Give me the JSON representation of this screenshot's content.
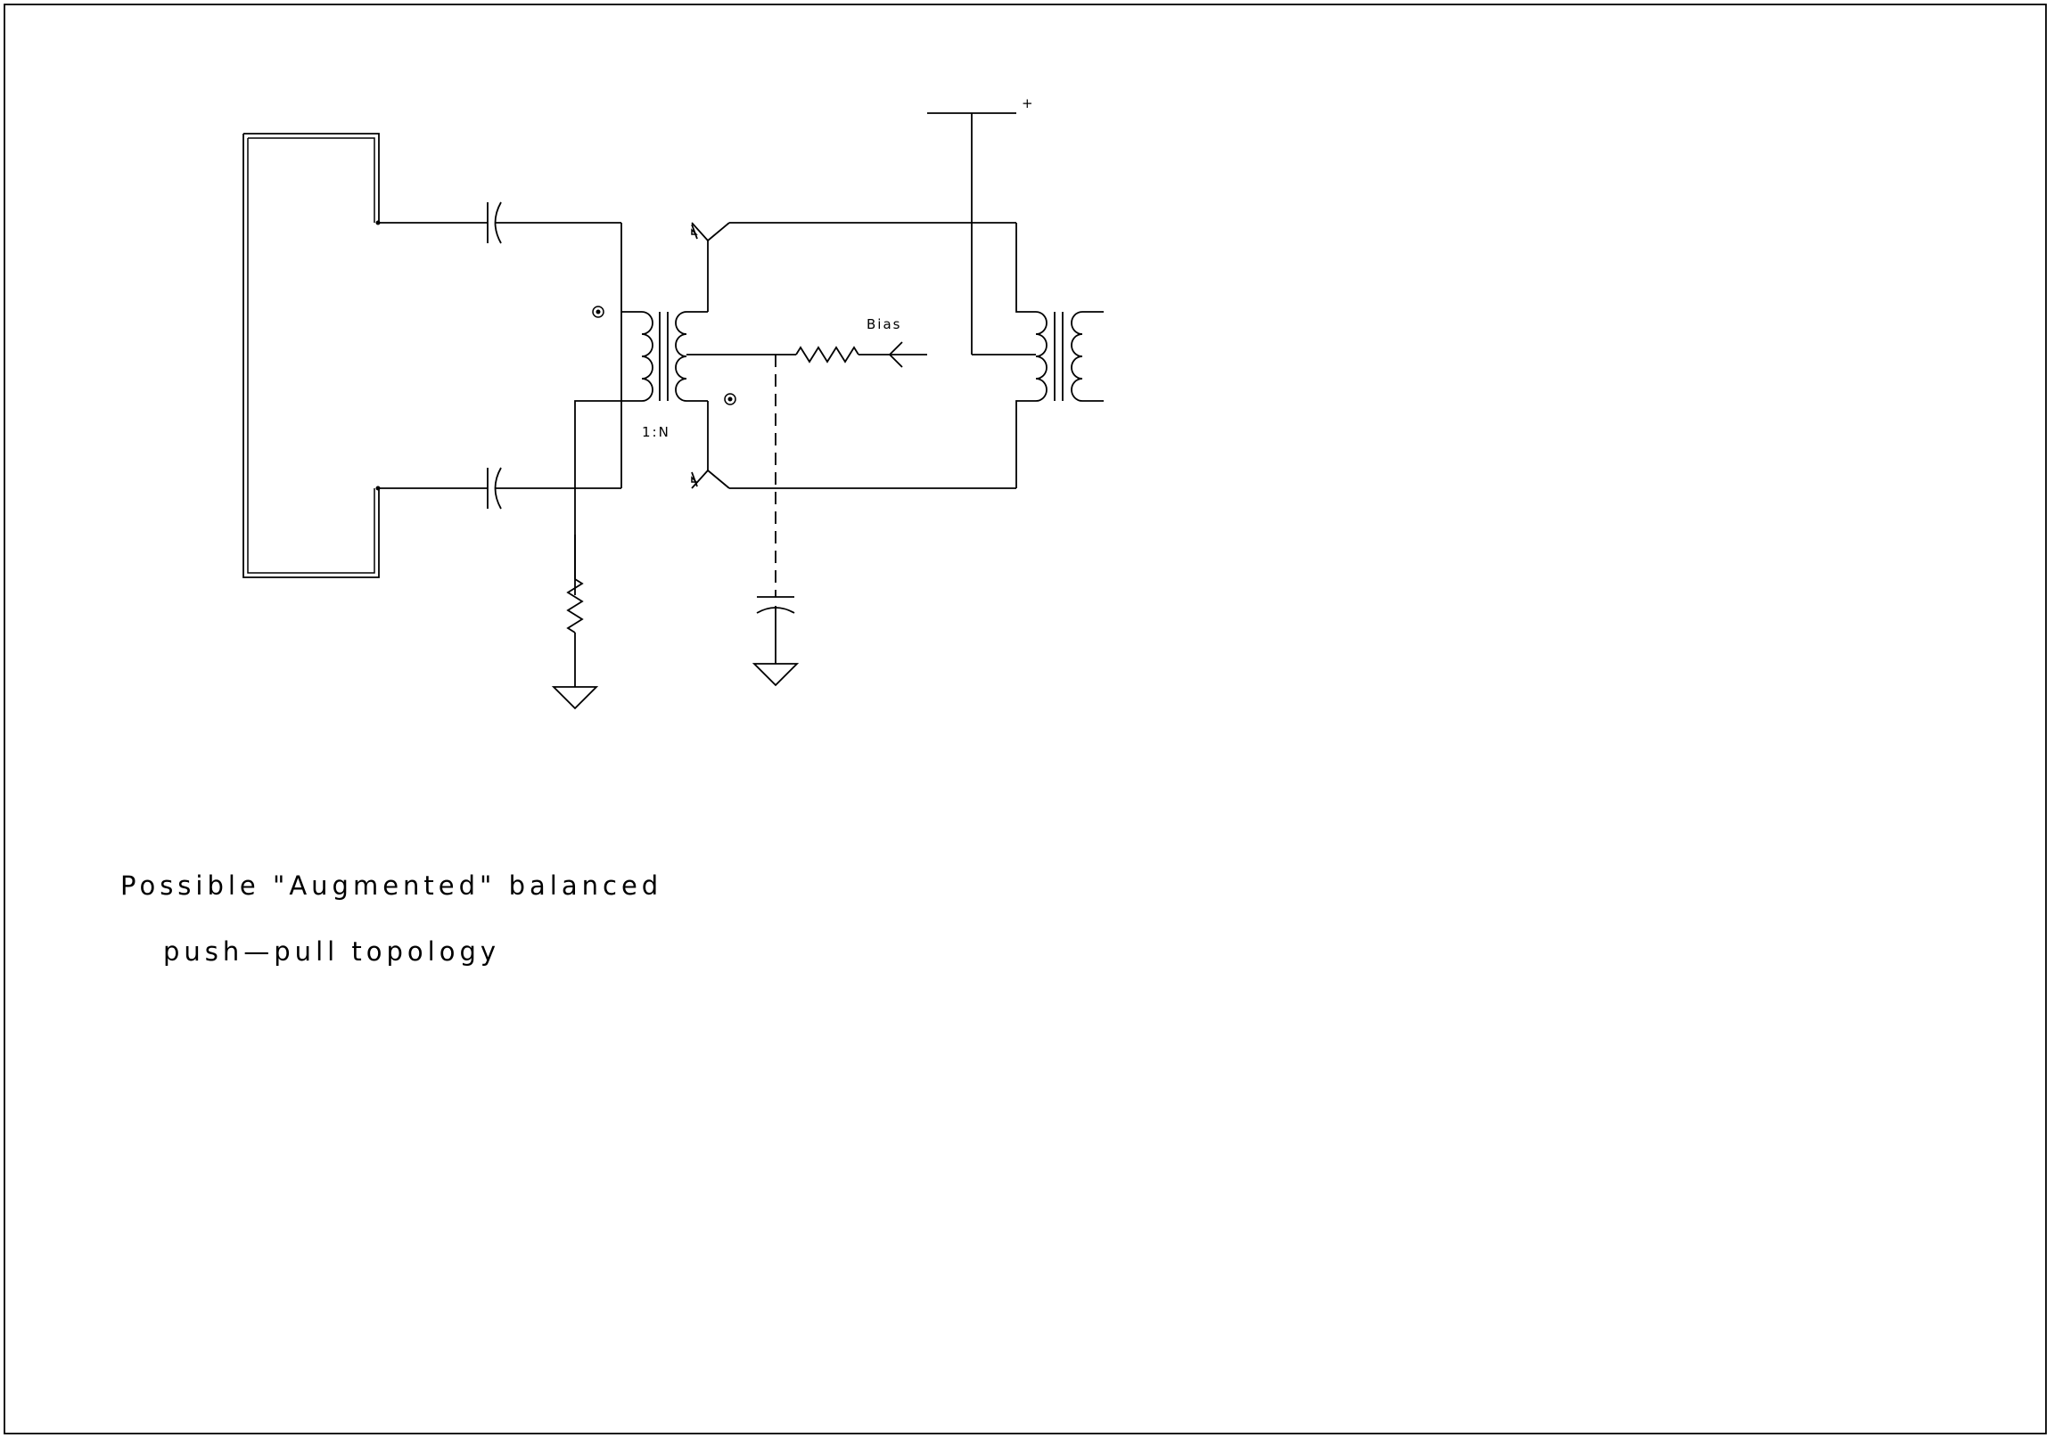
{
  "labels": {
    "supply": "+",
    "bias": "Bias",
    "ratio": "1:N"
  },
  "caption": {
    "line1": "Possible \"Augmented\" balanced",
    "line2": "push—pull topology"
  }
}
